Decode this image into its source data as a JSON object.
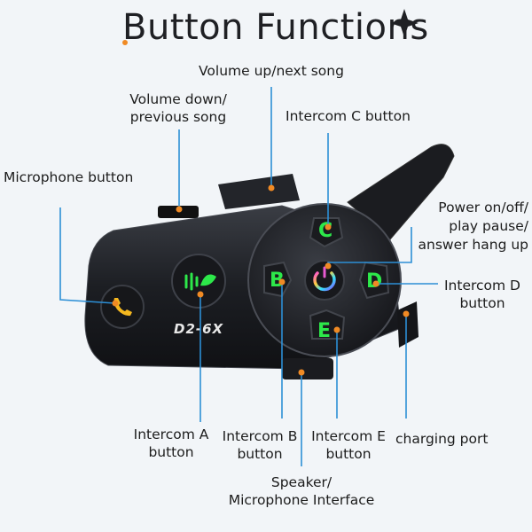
{
  "title": "Button Functions",
  "device": {
    "model": "D2-6X"
  },
  "buttons": {
    "c": "C",
    "b": "B",
    "d": "D",
    "e": "E"
  },
  "labels": {
    "volume_up": "Volume up/next song",
    "volume_down": [
      "Volume down/",
      "previous song"
    ],
    "intercom_c": "Intercom C button",
    "microphone": "Microphone button",
    "power": [
      "Power on/off/",
      "play pause/",
      "answer hang up"
    ],
    "intercom_d": [
      "Intercom D",
      "button"
    ],
    "intercom_a": [
      "Intercom A",
      "button"
    ],
    "intercom_b": [
      "Intercom B",
      "button"
    ],
    "intercom_e": [
      "Intercom E",
      "button"
    ],
    "charging_port": "charging port",
    "speaker": [
      "Speaker/",
      "Microphone Interface"
    ]
  },
  "colors": {
    "leader": "#2c8fd6",
    "dot": "#f08a24",
    "button_glow": "#2de84a",
    "body": "#1d1f24"
  }
}
